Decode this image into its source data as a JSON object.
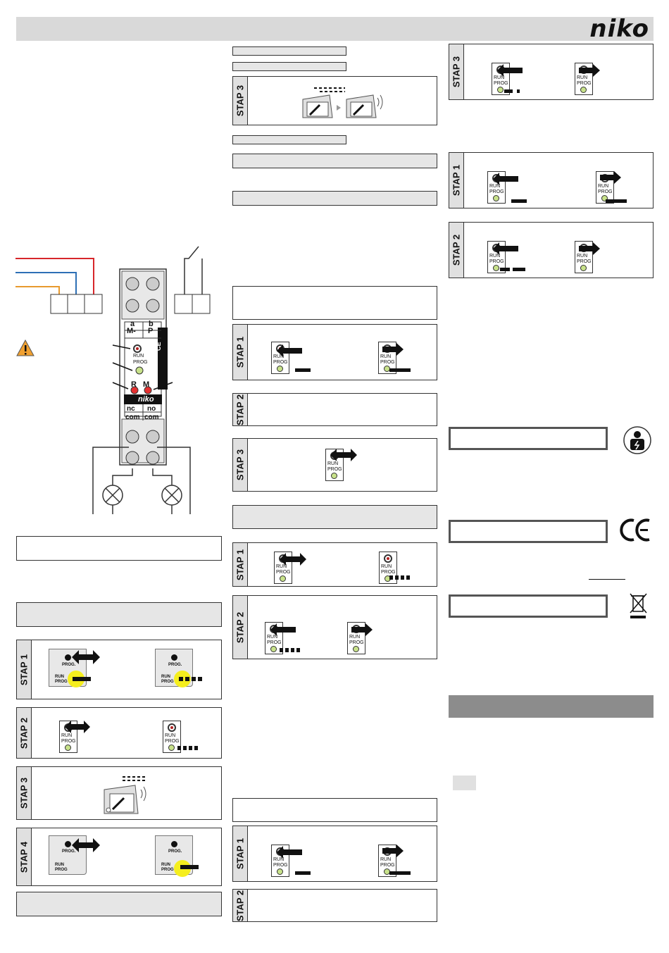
{
  "header": {
    "brand": "niko"
  },
  "colors": {
    "wire_red": "#d7262b",
    "wire_blue": "#2d6fb5",
    "wire_orange": "#e89a2e",
    "led_green": "#c8e28a",
    "indicator_red": "#e53030",
    "button_yellow": "#f5ee1e",
    "bar_grey": "#d9d9d9",
    "box_grey": "#e6e6e6"
  },
  "steps": {
    "s1": "STAP 1",
    "s2": "STAP 2",
    "s3": "STAP 3",
    "s4": "STAP 4"
  },
  "button": {
    "run": "RUN",
    "prog": "PROG",
    "prog_dot": "PROG."
  },
  "device": {
    "label_a": "a",
    "label_b": "b",
    "label_m": "M-",
    "label_p": "P",
    "label_r": "R",
    "label_mm": "M",
    "brand": "niko",
    "label_nc": "nc",
    "label_no": "no",
    "label_com1": "com",
    "label_com2": "com",
    "model": "10-330",
    "ce_mark": "CE"
  },
  "icons": {
    "warning": "warning-icon",
    "electrician": "electrician-icon",
    "ce": "ce-mark-icon",
    "weee": "weee-bin-icon"
  }
}
